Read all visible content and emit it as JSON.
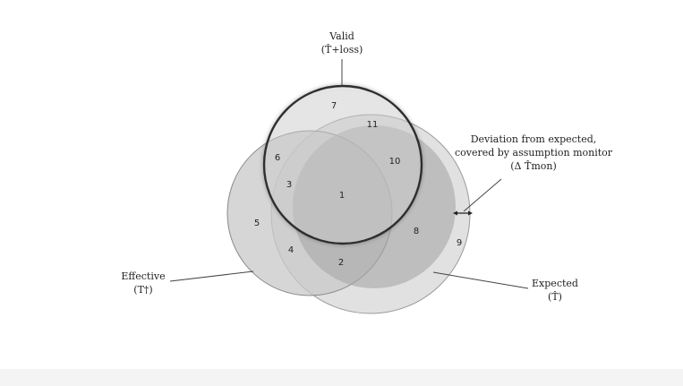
{
  "sets": {
    "valid": {
      "label": "Valid",
      "symbol": "(T̂+loss)",
      "color": "#d4d4d4"
    },
    "effective": {
      "label": "Effective",
      "symbol": "(T†)",
      "color": "#cfcfcf"
    },
    "expected": {
      "label": "Expected",
      "symbol": "(T̂)",
      "color": "#dadada"
    }
  },
  "deviation": {
    "line1": "Deviation from expected,",
    "line2": "covered by assumption monitor",
    "line3": "(Δ T̂mon)"
  },
  "regions": [
    {
      "id": "r1",
      "label": "1"
    },
    {
      "id": "r2",
      "label": "2"
    },
    {
      "id": "r3",
      "label": "3"
    },
    {
      "id": "r4",
      "label": "4"
    },
    {
      "id": "r5",
      "label": "5"
    },
    {
      "id": "r6",
      "label": "6"
    },
    {
      "id": "r7",
      "label": "7"
    },
    {
      "id": "r8",
      "label": "8"
    },
    {
      "id": "r9",
      "label": "9"
    },
    {
      "id": "r10",
      "label": "10"
    },
    {
      "id": "r11",
      "label": "11"
    }
  ],
  "colors": {
    "inner_expected": "#a8a8a8",
    "valid_border": "#333333",
    "outline": "#888888"
  }
}
